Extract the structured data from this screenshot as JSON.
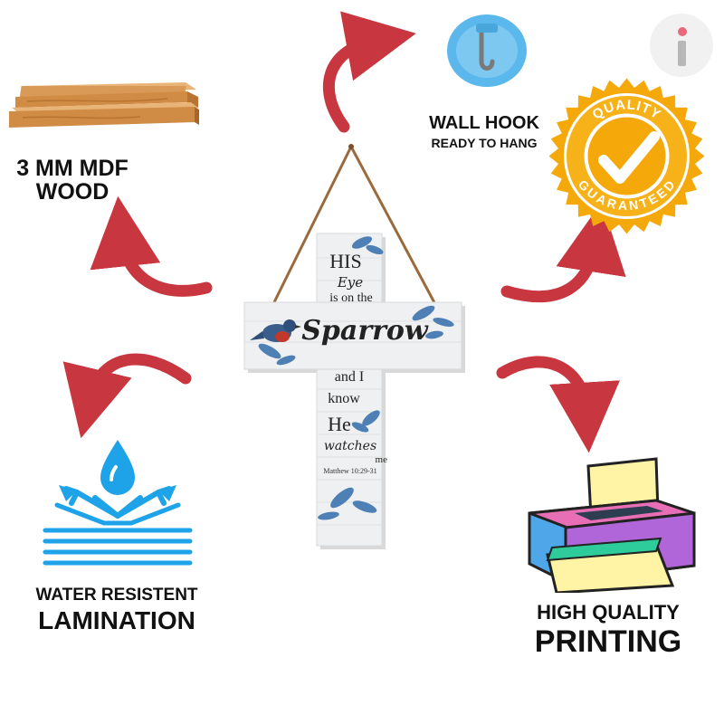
{
  "features": {
    "mdf": {
      "line1": "3 MM MDF",
      "line2": "WOOD",
      "icon": "wood-planks-icon"
    },
    "hook": {
      "title": "WALL HOOK",
      "subtitle": "READY TO HANG",
      "icon": "adhesive-hook-icon"
    },
    "quality": {
      "top_text": "QUALITY",
      "bottom_text": "GUARANTEED",
      "icon": "quality-seal-icon"
    },
    "water": {
      "line1": "WATER RESISTENT",
      "line2": "LAMINATION",
      "icon": "water-resistant-icon"
    },
    "printing": {
      "line1": "HIGH QUALITY",
      "line2": "PRINTING",
      "icon": "printer-icon"
    }
  },
  "cross": {
    "lines": [
      "HIS",
      "Eye",
      "is on the",
      "Sparrow",
      "and I",
      "know",
      "He",
      "watches",
      "me"
    ],
    "reference": "Matthew 10:29-31"
  },
  "colors": {
    "arrow": "#C8363F",
    "water_blue": "#1FA3E8",
    "seal_gold": "#F5A80A",
    "hook_blue": "#5BB8EC"
  }
}
